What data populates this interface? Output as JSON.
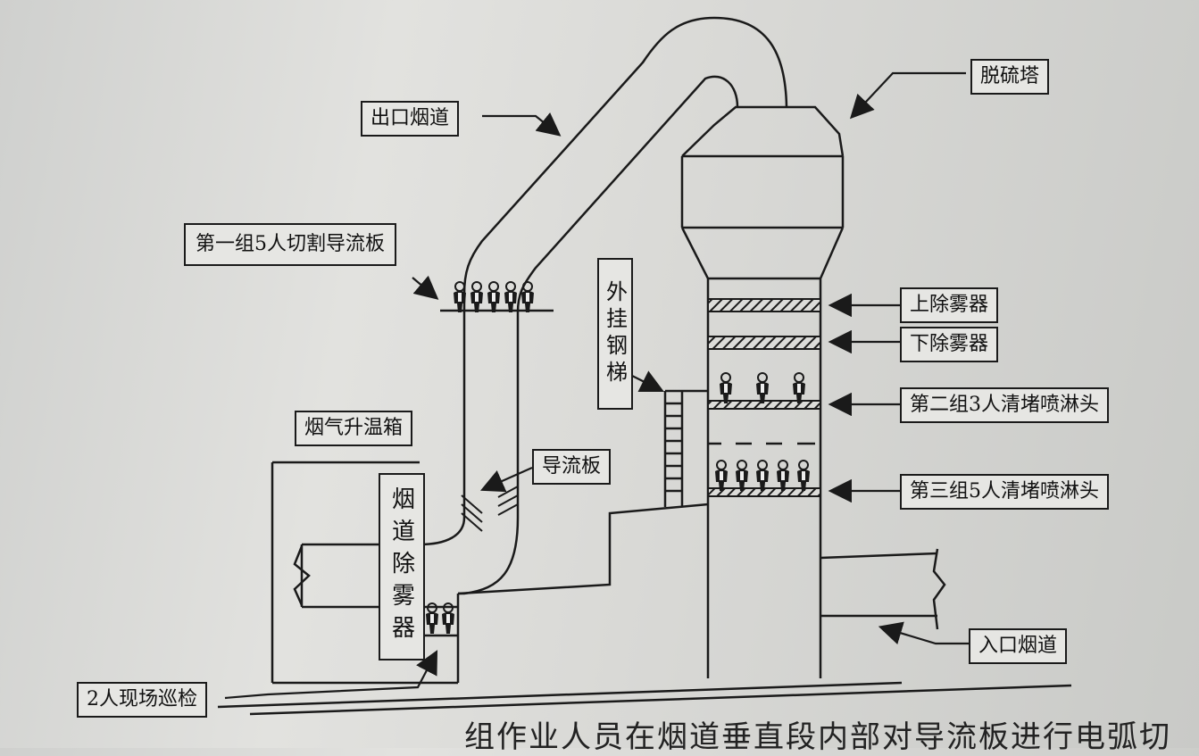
{
  "labels": {
    "outlet_duct": "出口烟道",
    "desulfurization_tower": "脱硫塔",
    "group1": "第一组5人切割导流板",
    "external_ladder": "外挂钢梯",
    "upper_demister": "上除雾器",
    "lower_demister": "下除雾器",
    "group2": "第二组3人清堵喷淋头",
    "flue_gas_heater": "烟气升温箱",
    "deflector": "导流板",
    "group3": "第三组5人清堵喷淋头",
    "duct_demister": "烟道除雾器",
    "inlet_duct": "入口烟道",
    "inspection": "2人现场巡检"
  },
  "caption": "组作业人员在烟道垂直段内部对导流板进行电弧切",
  "workers": {
    "group1_count": 5,
    "group2_count": 3,
    "group3_count": 5,
    "inspection_count": 2
  },
  "colors": {
    "line": "#1a1a1a",
    "paper": "#dcdcd9"
  }
}
